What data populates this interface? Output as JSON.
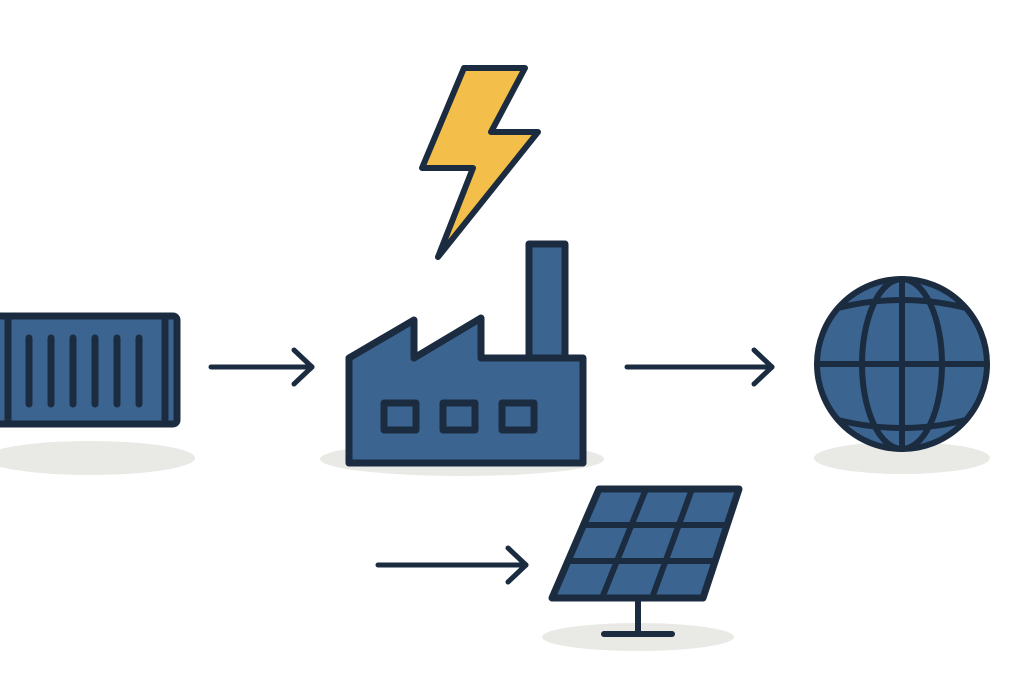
{
  "colors": {
    "background": "#ffffff",
    "icon_fill": "#3b6491",
    "outline": "#1b2c40",
    "lightning": "#f3bf4a",
    "shadow": "#e9e9e6"
  },
  "icons": [
    "shipping-container-icon",
    "factory-icon",
    "lightning-bolt-icon",
    "globe-icon",
    "solar-panel-icon"
  ],
  "arrows": [
    "container-to-factory-arrow",
    "factory-to-globe-arrow",
    "input-to-solar-panel-arrow"
  ]
}
